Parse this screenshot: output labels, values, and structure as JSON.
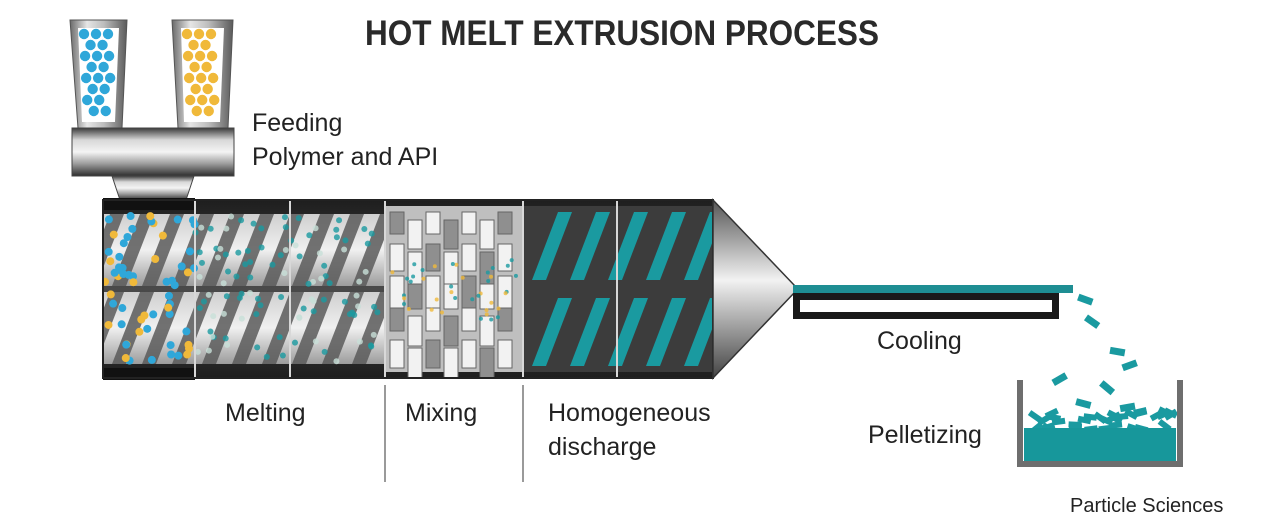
{
  "title": "HOT MELT EXTRUSION PROCESS",
  "labels": {
    "feeding_line1": "Feeding",
    "feeding_line2": "Polymer and API",
    "melting": "Melting",
    "mixing": "Mixing",
    "homogeneous_line1": "Homogeneous",
    "homogeneous_line2": "discharge",
    "cooling": "Cooling",
    "pelletizing": "Pelletizing"
  },
  "credit": "Particle Sciences",
  "colors": {
    "polymer": "#2fa7d9",
    "api": "#f0b93a",
    "melt": "#1a9aa0",
    "barrel_dark": "#2b2b2b",
    "steel": "#a8a8a8",
    "text": "#222222"
  },
  "stages": [
    "feeding",
    "melting",
    "mixing",
    "homogeneous-discharge",
    "cooling",
    "pelletizing"
  ]
}
